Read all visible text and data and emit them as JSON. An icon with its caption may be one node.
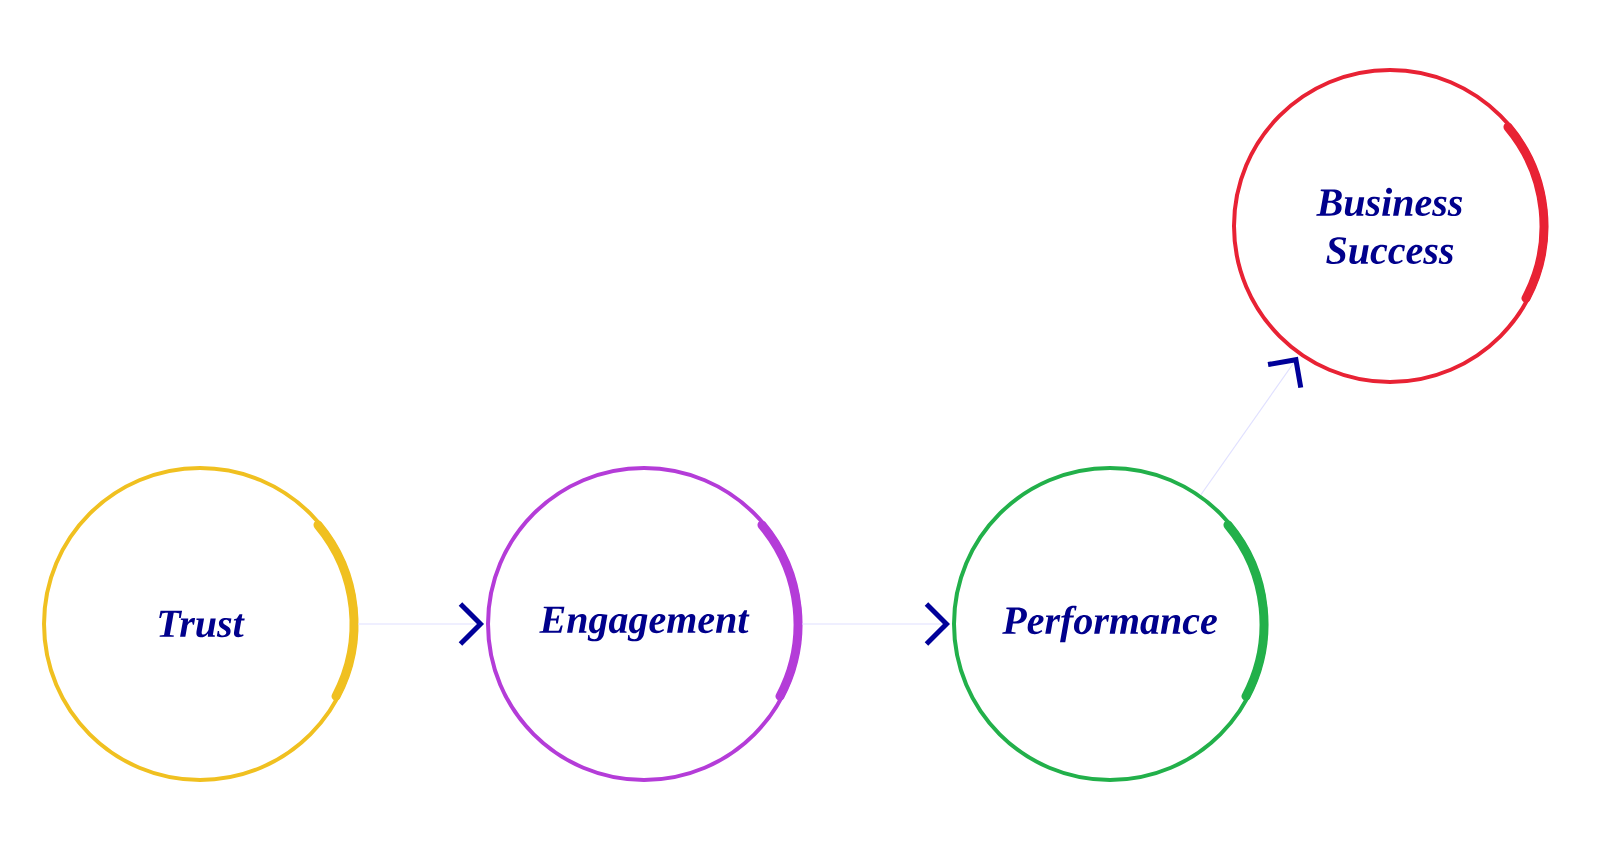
{
  "diagram": {
    "nodes": [
      {
        "text": [
          "Trust"
        ]
      },
      {
        "text": [
          "Engagement"
        ]
      },
      {
        "text": [
          "Performance"
        ]
      },
      {
        "text": [
          "Business Success"
        ]
      }
    ],
    "edges": [
      {
        "from": 0,
        "to": 1,
        "arrow": "to"
      },
      {
        "from": 1,
        "to": 2,
        "arrow": "to"
      },
      {
        "from": 2,
        "to": 3,
        "arrow": "to"
      }
    ]
  }
}
